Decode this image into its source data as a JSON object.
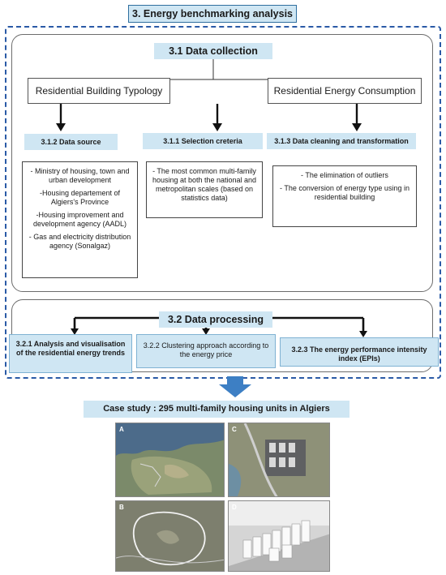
{
  "main_title": "3. Energy benchmarking analysis",
  "data_collection": {
    "title": "3.1 Data collection",
    "left_pill": "Residential Building Typology",
    "right_pill": "Residential Energy Consumption",
    "columns": [
      {
        "heading": "3.1.2 Data source",
        "items": [
          "- Ministry of housing, town and urban development",
          "-Housing departement of Algiers's Province",
          "-Housing improvement and development agency (AADL)",
          "- Gas and electricity distribution agency (Sonalgaz)"
        ]
      },
      {
        "heading": "3.1.1 Selection creteria",
        "items": [
          "- The most common multi-family housing at both the national and metropolitan scales (based on statistics data)"
        ]
      },
      {
        "heading": "3.1.3 Data cleaning and transformation",
        "items": [
          "- The elimination of outliers",
          "- The conversion of energy type using in residential building"
        ]
      }
    ]
  },
  "data_processing": {
    "title": "3.2 Data processing",
    "boxes": [
      "3.2.1 Analysis and visualisation of the residential energy trends",
      "3.2.2 Clustering approach according to the energy price",
      "3.2.3 The energy performance intensity index (EPIs)"
    ]
  },
  "case_study": "Case study : 295 multi-family housing units in Algiers",
  "photos": [
    {
      "label": "A"
    },
    {
      "label": "C"
    },
    {
      "label": "B"
    },
    {
      "label": "D"
    }
  ],
  "colors": {
    "light_blue": "#cfe6f3",
    "dashed_border": "#2a5aa6",
    "arrow_blue": "#3d7fc4"
  }
}
